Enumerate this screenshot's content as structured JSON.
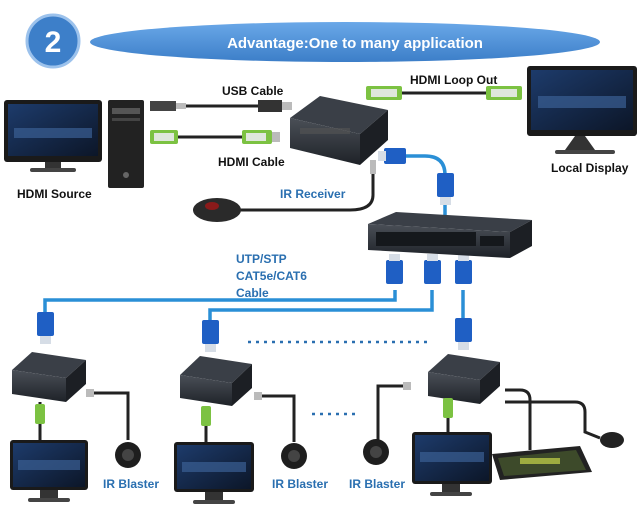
{
  "header": {
    "number": "2",
    "title": "Advantage:One to many application"
  },
  "labels": {
    "usb_cable": "USB Cable",
    "hdmi_cable": "HDMI Cable",
    "hdmi_loop_out": "HDMI Loop Out",
    "hdmi_source": "HDMI Source",
    "local_display": "Local Display",
    "ir_receiver": "IR Receiver",
    "utp_line1": "UTP/STP",
    "utp_line2": "CAT5e/CAT6",
    "utp_line3": "Cable",
    "ir_blaster_1": "IR Blaster",
    "ir_blaster_2": "IR Blaster",
    "ir_blaster_3": "IR Blaster"
  },
  "colors": {
    "title_ellipse": "#4a90d9",
    "number_circle": "#3d7fc9",
    "cat_cable": "#2a8fd6",
    "cat_connector": "#1f5fc4",
    "label_blue": "#2a6fb0",
    "device_dark": "#2b2f36",
    "hdmi_connector": "#7cc242"
  }
}
